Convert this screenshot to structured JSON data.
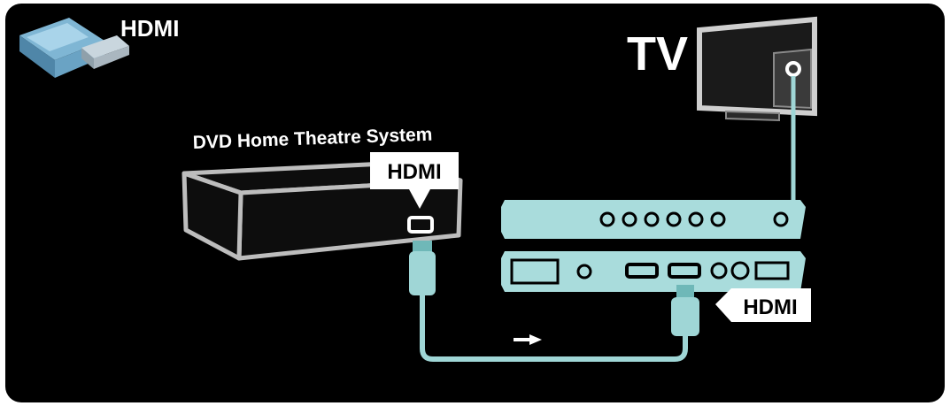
{
  "header": {
    "title": "HDMI"
  },
  "tv": {
    "label": "TV"
  },
  "dvd": {
    "label": "DVD Home Theatre System",
    "port_callout": "HDMI"
  },
  "tv_panel": {
    "port_callout": "HDMI"
  },
  "icons": [
    "hdmi-plug-icon",
    "tv-icon",
    "signal-arrow-icon"
  ],
  "colors": {
    "background": "#000000",
    "frame": "#ffffff",
    "panel": "#a9dcdc",
    "cable": "#9fd6d6",
    "callout_bg": "#ffffff",
    "callout_text": "#000000"
  }
}
